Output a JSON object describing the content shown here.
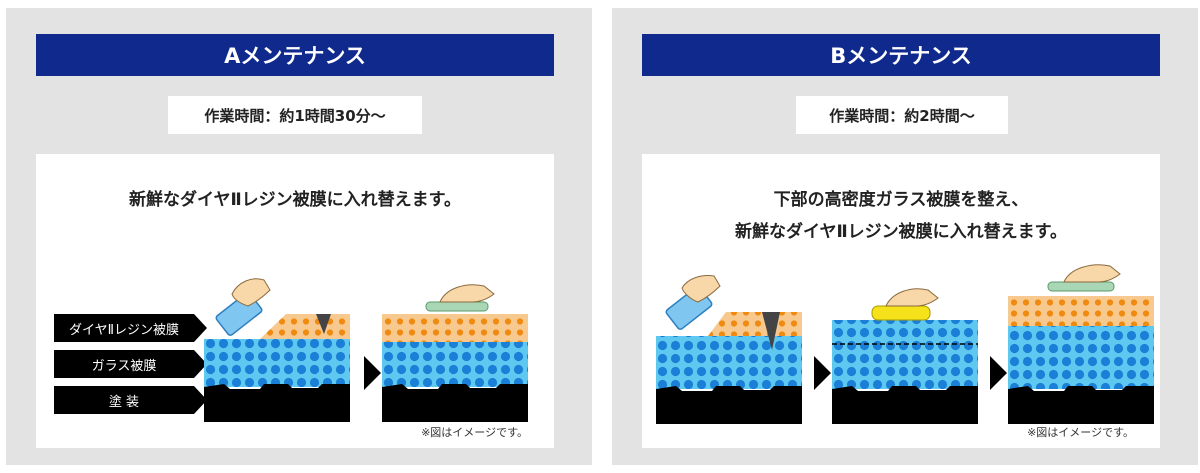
{
  "panel_a": {
    "title": "Aメンテナンス",
    "time": "作業時間：約1時間30分～",
    "description": [
      "新鮮なダイヤⅡレジン被膜に入れ替えます。"
    ],
    "legend": [
      "ダイヤⅡレジン被膜",
      "ガラス被膜",
      "塗 装"
    ],
    "note": "※図はイメージです。"
  },
  "panel_b": {
    "title": "Bメンテナンス",
    "time": "作業時間：約2時間～",
    "description": [
      "下部の高密度ガラス被膜を整え、",
      "新鮮なダイヤⅡレジン被膜に入れ替えます。"
    ],
    "note": "※図はイメージです。"
  },
  "colors": {
    "title_bar": "#0f2a8c",
    "panel_bg": "#e3e3e3",
    "glass_layer": "#5fc8f0",
    "glass_dots": "#1a7fd6",
    "resin_layer": "#f7c98e",
    "resin_dots": "#f08a10",
    "paint_layer": "#000000",
    "pad_blue": "#7fc6f0",
    "pad_yellow": "#f5e21a",
    "pad_green": "#a9d7b5",
    "hand_skin": "#f8d8a8"
  }
}
